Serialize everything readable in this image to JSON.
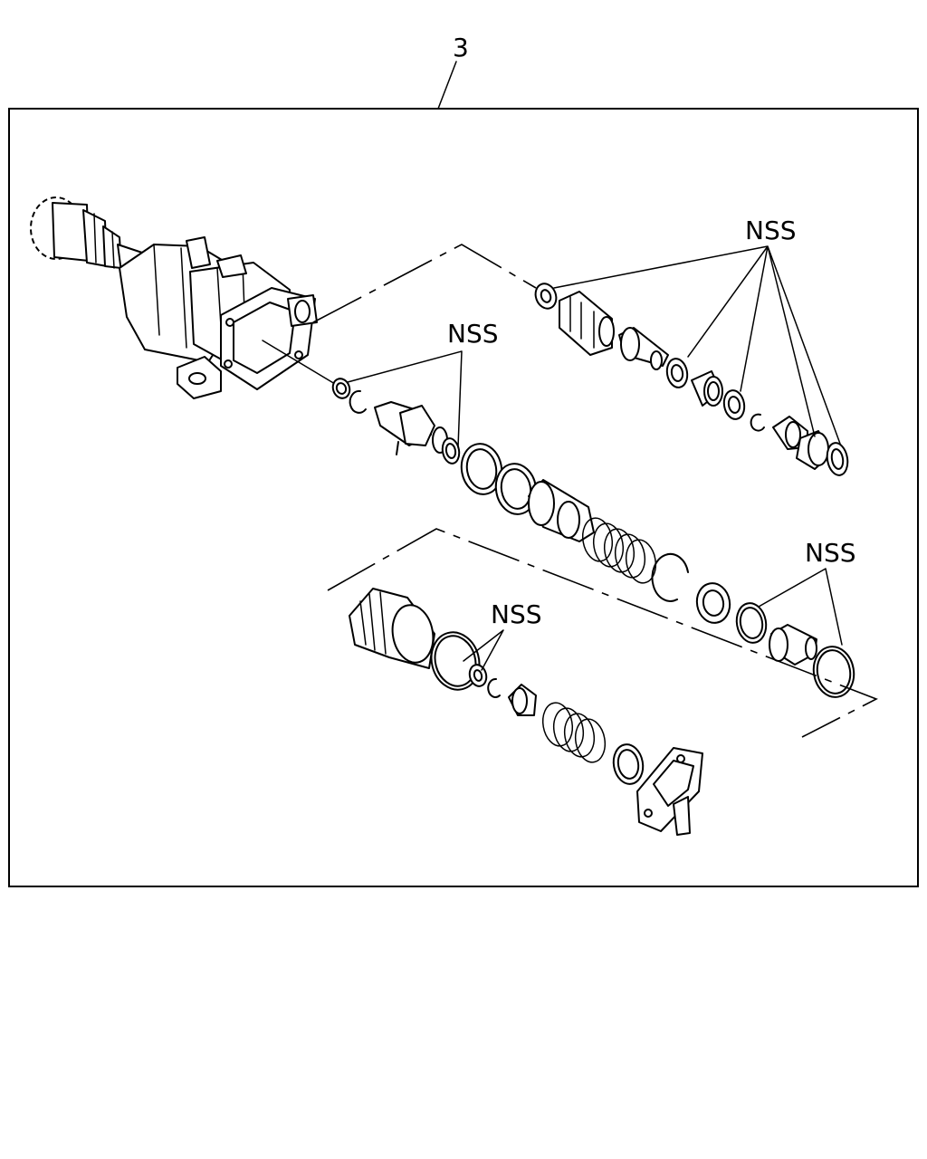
{
  "callout_number": "3",
  "nss_labels": [
    "NSS",
    "NSS",
    "NSS",
    "NSS"
  ]
}
